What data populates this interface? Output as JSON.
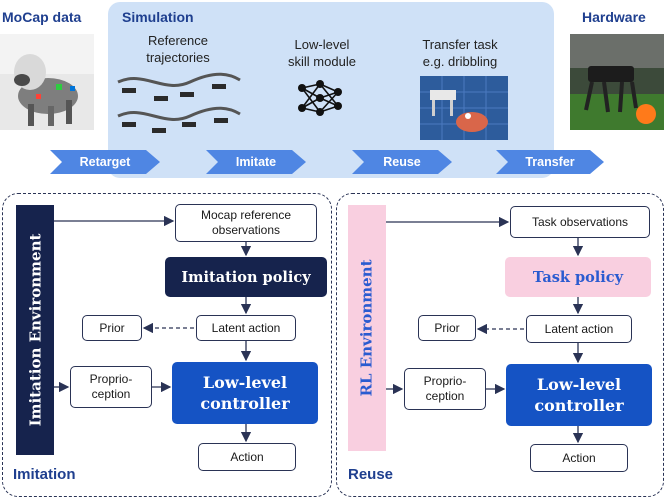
{
  "top": {
    "mocap_title": "MoCap data",
    "simulation_title": "Simulation",
    "hardware_title": "Hardware",
    "captions": {
      "reference": "Reference\ntrajectories",
      "skill": "Low-level\nskill module",
      "transfer": "Transfer task\ne.g. dribbling"
    },
    "stages": [
      "Retarget",
      "Imitate",
      "Reuse",
      "Transfer"
    ]
  },
  "imitation": {
    "section_label": "Imitation",
    "environment": "Imitation  Environment",
    "observations": "Mocap reference\nobservations",
    "policy": "Imitation policy",
    "prior": "Prior",
    "latent": "Latent action",
    "proprio": "Proprio-\nception",
    "controller": "Low-level\ncontroller",
    "action": "Action"
  },
  "reuse": {
    "section_label": "Reuse",
    "environment": "RL Environment",
    "observations": "Task observations",
    "policy": "Task policy",
    "prior": "Prior",
    "latent": "Latent action",
    "proprio": "Proprio-\nception",
    "controller": "Low-level\ncontroller",
    "action": "Action"
  },
  "colors": {
    "accent": "#1f3f8f",
    "sim_panel": "#cfe1f7",
    "dark_policy": "#16234d",
    "task_policy": "#f9cfe0",
    "controller": "#1553c4",
    "chevron": "#4f86e3"
  }
}
